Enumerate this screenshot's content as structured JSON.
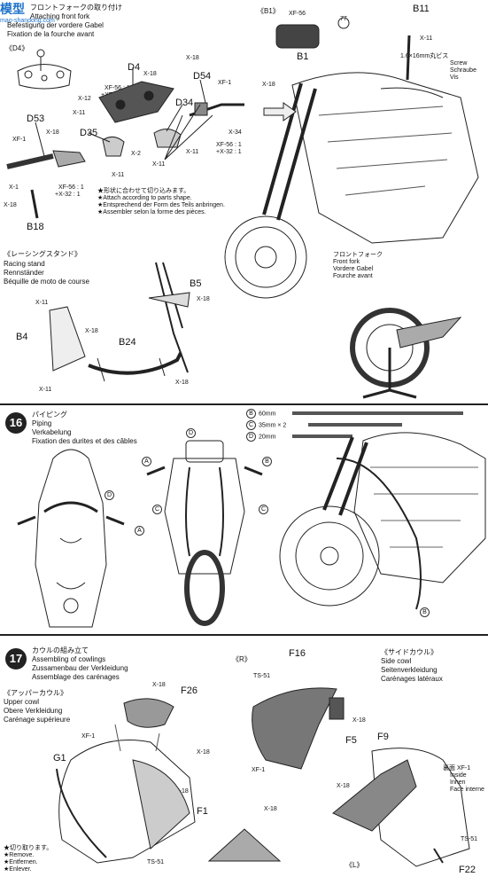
{
  "watermark": {
    "chars": "模型",
    "url": "mao-shandong.com"
  },
  "step15": {
    "fork_title": [
      "フロントフォークの取り付け",
      "Attaching front fork",
      "Befestigung der vordere Gabel",
      "Fixation de la fourche avant"
    ],
    "b1_ref": "《B1》",
    "d4_ref": "《D4》",
    "labels": {
      "d4": "D4",
      "d54": "D54",
      "d34": "D34",
      "d35": "D35",
      "d53": "D53",
      "b18": "B18",
      "b1": "B1",
      "b11": "B11"
    },
    "parts_small": {
      "x18a": "X-18",
      "xf1a": "XF-1",
      "xf56": "XF-56 : 1",
      "xf28": "+XF-28 : 1",
      "x12": "X-12",
      "x11a": "X-11",
      "x2": "X-2",
      "x11b": "X-11",
      "x34": "X-34",
      "xf56b": "XF-56 : 1",
      "x32b": "+X-32 : 1",
      "x11c": "X-11",
      "x1": "X-1",
      "xf56c": "XF-56 : 1",
      "x32c": "+X-32 : 1",
      "x18c": "X-18",
      "xf1b": "XF-1",
      "x18d": "X-18",
      "x18e": "X-18",
      "x11d": "X-11",
      "x11e": "X-11",
      "x18f": "X-18",
      "xf56d": "XF-56",
      "num77": "77"
    },
    "shape_note": [
      "★形状に合わせて切り込みます。",
      "★Attach according to parts shape.",
      "★Entsprechend der Form des Teils anbringen.",
      "★Assembler selon la forme des pièces."
    ],
    "screw": [
      "1.6×16mm丸ビス",
      "Screw",
      "Schraube",
      "Vis"
    ],
    "front_fork": [
      "フロントフォーク",
      "Front fork",
      "Vordere Gabel",
      "Fourche avant"
    ],
    "stand_title": [
      "《レーシングスタンド》",
      "Racing stand",
      "Rennständer",
      "Béquille de moto de course"
    ],
    "stand_labels": {
      "b5": "B5",
      "b4": "B4",
      "b24": "B24"
    },
    "stand_parts": {
      "x11a": "X-11",
      "x18a": "X-18",
      "x18b": "X-18",
      "x11b": "X-11",
      "x18c": "X-18"
    }
  },
  "step16": {
    "number": "16",
    "title": [
      "パイピング",
      "Piping",
      "Verkabelung",
      "Fixation des durites et des câbles"
    ],
    "pipes": [
      {
        "letter": "B",
        "text": "60mm",
        "pct": 0.9
      },
      {
        "letter": "C",
        "text": "35mm × 2",
        "pct": 0.54
      },
      {
        "letter": "D",
        "text": "20mm",
        "pct": 0.32
      }
    ],
    "callouts": {
      "a": "A",
      "b": "B",
      "c": "C",
      "d": "D"
    }
  },
  "step17": {
    "number": "17",
    "title": [
      "カウルの組み立て",
      "Assembling of cowlings",
      "Zussamenbau der Verkleidung",
      "Assemblage des carénages"
    ],
    "upper": [
      "《アッパーカウル》",
      "Upper cowl",
      "Obere Verkleidung",
      "Carénage supérieure"
    ],
    "r_ref": "《R》",
    "side": [
      "《サイドカウル》",
      "Side cowl",
      "Seitenverkleidung",
      "Carénages latéraux"
    ],
    "l_ref": "《L》",
    "inside": [
      "裏面 XF-1",
      "Inside",
      "Innen",
      "Face interne"
    ],
    "remove": [
      "★切り取ります。",
      "★Remove.",
      "★Entfernen.",
      "★Enlever."
    ],
    "labels": {
      "f26": "F26",
      "g1": "G1",
      "f1": "F1",
      "f16": "F16",
      "f5": "F5",
      "f9": "F9",
      "f22": "F22"
    },
    "parts": {
      "x18a": "X-18",
      "xf1a": "XF-1",
      "x18b": "X-18",
      "x18c": "X-18",
      "ts51a": "TS-51",
      "ts51b": "TS-51",
      "x18d": "X-18",
      "xf1b": "XF-1",
      "x18e": "X-18",
      "ts51c": "TS-51"
    }
  }
}
